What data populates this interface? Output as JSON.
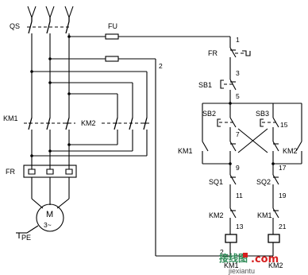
{
  "labels": {
    "qs": "QS",
    "fu": "FU",
    "km1_main": "KM1",
    "km2_main": "KM2",
    "fr_main": "FR",
    "motor_m": "M",
    "motor_phase": "3~",
    "pe": "PE",
    "fr_ctrl": "FR",
    "sb1": "SB1",
    "sb2": "SB2",
    "sb3": "SB3",
    "km1_hold": "KM1",
    "km2_hold": "KM2",
    "sq1": "SQ1",
    "sq2": "SQ2",
    "km2_ilk": "KM2",
    "km1_ilk": "KM1",
    "km1_coil": "KM1",
    "km2_coil": "KM2"
  },
  "nodes": {
    "n1": "1",
    "n2": "2",
    "n2b": "2",
    "n3": "3",
    "n5": "5",
    "n7": "7",
    "n9": "9",
    "n11": "11",
    "n13": "13",
    "n15": "15",
    "n17": "17",
    "n19": "19",
    "n21": "21"
  },
  "watermark": {
    "left": "接线图",
    "right": ".com",
    "domain": "jiexiantu"
  }
}
